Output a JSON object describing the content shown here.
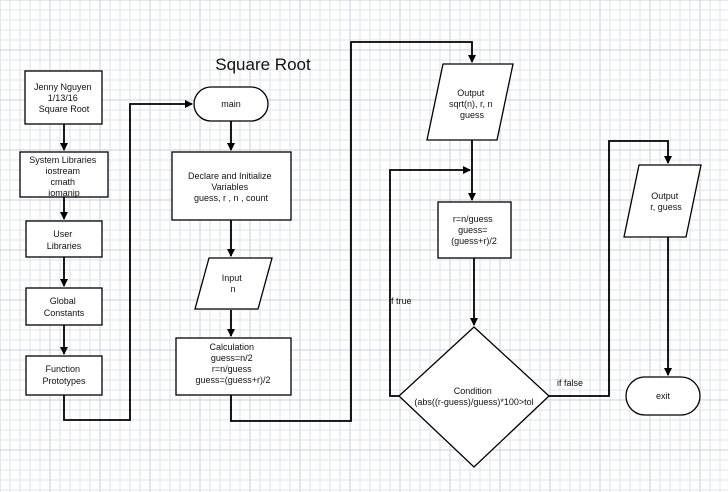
{
  "title": "Square Root",
  "nodes": {
    "header": [
      "Jenny Nguyen",
      "1/13/16",
      "Square Root"
    ],
    "libs": [
      "System Libraries",
      "iostream",
      "cmath",
      "iomanip"
    ],
    "userlibs": [
      "User",
      "Libraries"
    ],
    "globals": [
      "Global",
      "Constants"
    ],
    "protos": [
      "Function",
      "Prototypes"
    ],
    "main": [
      "main"
    ],
    "declare": [
      "Declare and Initialize",
      "Variables",
      "guess, r , n , count"
    ],
    "input": [
      "Input",
      "n"
    ],
    "calc": [
      "Calculation",
      "guess=n/2",
      "r=n/guess",
      "guess=(guess+r)/2"
    ],
    "out1": [
      "Output",
      "sqrt(n), r, n",
      "guess"
    ],
    "loop": [
      "r=n/guess",
      "guess=",
      "(guess+r)/2"
    ],
    "cond": [
      "Condition",
      "(abs((r-guess)/guess)*100>tol"
    ],
    "out2": [
      "Output",
      "r, guess"
    ],
    "exit": [
      "exit"
    ]
  },
  "edge_labels": {
    "if_true": "if true",
    "if_false": "if false"
  }
}
